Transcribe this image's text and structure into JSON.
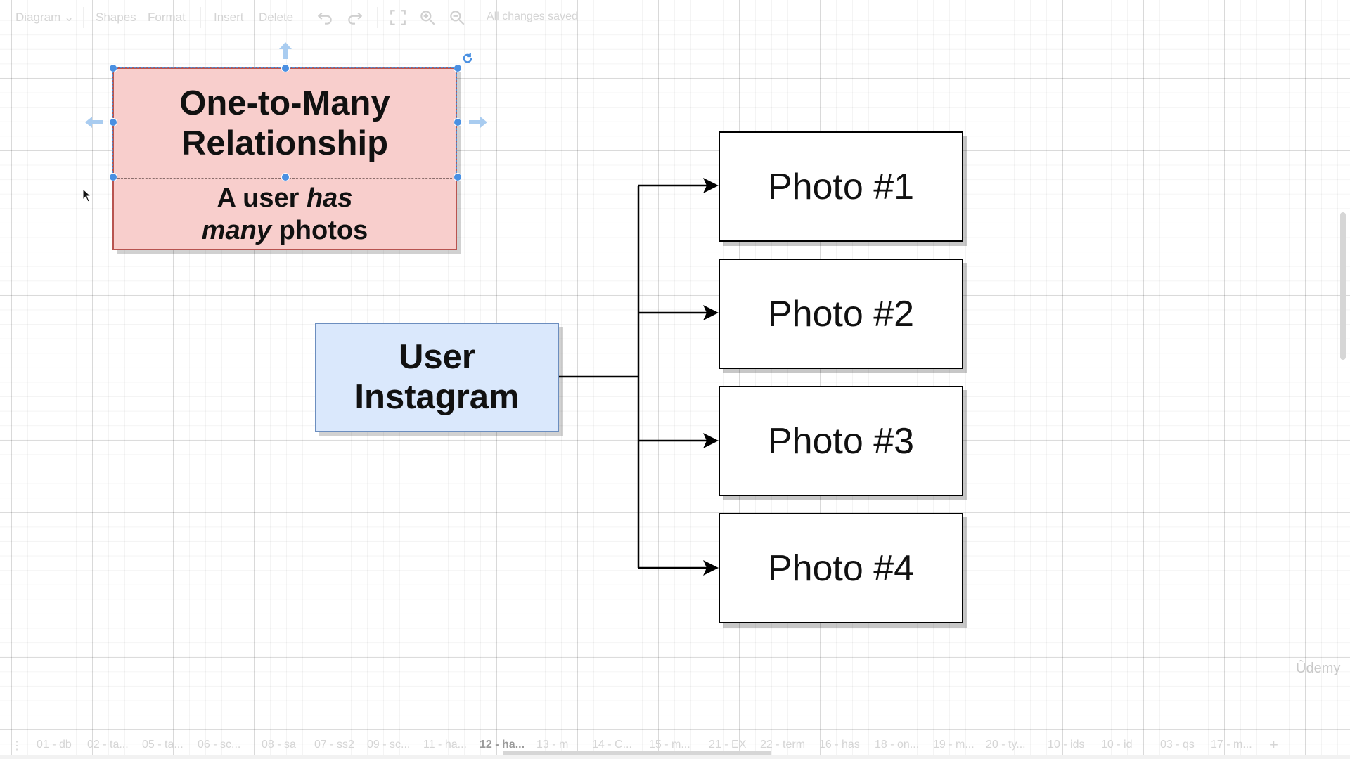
{
  "toolbar": {
    "diagram_menu": "Diagram",
    "shapes": "Shapes",
    "format": "Format",
    "insert": "Insert",
    "delete": "Delete",
    "status": "All changes saved"
  },
  "canvas": {
    "title_box": {
      "title_line1": "One-to-Many",
      "title_line2": "Relationship",
      "sub_line1_a": "A user ",
      "sub_line1_b": "has",
      "sub_line2_a": "many",
      "sub_line2_b": " photos",
      "fill": "#f8cecc",
      "stroke": "#b85450"
    },
    "user_box": {
      "line1": "User",
      "line2": "Instagram",
      "fill": "#dae8fc",
      "stroke": "#6c8ebf"
    },
    "photos": [
      "Photo #1",
      "Photo #2",
      "Photo #3",
      "Photo #4"
    ],
    "selection_color": "#4a90e2"
  },
  "watermark": "Ûdemy",
  "tabs": [
    "01 - db",
    "02 - ta...",
    "05 - ta...",
    "06 - sc...",
    "08 - sa",
    "07 - ss2",
    "09 - sc...",
    "11 - ha...",
    "12 - ha...",
    "13 - m",
    "14 - C...",
    "15 - m...",
    "21 - EX",
    "22 - term",
    "16 - has",
    "18 - on...",
    "19 - m...",
    "20 - ty...",
    "10 - ids",
    "10 - id",
    "03 - qs",
    "17 - m..."
  ],
  "active_tab": "12 - ha..."
}
